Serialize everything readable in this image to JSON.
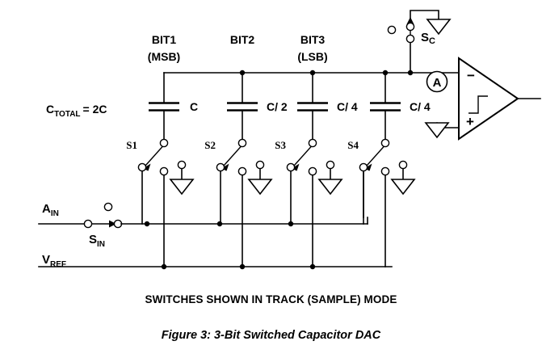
{
  "figure": {
    "title": "Figure 3: 3-Bit Switched Capacitor DAC",
    "mode_note": "SWITCHES SHOWN IN TRACK (SAMPLE) MODE"
  },
  "labels": {
    "c_total": "C",
    "c_total_sub": "TOTAL",
    "c_total_value": "= 2C",
    "a_in": "A",
    "a_in_sub": "IN",
    "v_ref": "V",
    "v_ref_sub": "REF",
    "s_in": "S",
    "s_in_sub": "IN",
    "s_c": "S",
    "s_c_sub": "C",
    "node_a": "A",
    "opamp_minus": "−",
    "opamp_plus": "+"
  },
  "bits": [
    {
      "name": "BIT1",
      "significance": "(MSB)",
      "cap": "C",
      "switch": "S1"
    },
    {
      "name": "BIT2",
      "significance": "",
      "cap": "C/ 2",
      "switch": "S2"
    },
    {
      "name": "BIT3",
      "significance": "(LSB)",
      "cap": "C/ 4",
      "switch": "S3"
    },
    {
      "name": "",
      "significance": "",
      "cap": "C/ 4",
      "switch": "S4"
    }
  ],
  "colors": {
    "ink": "#000000",
    "background": "#ffffff"
  }
}
